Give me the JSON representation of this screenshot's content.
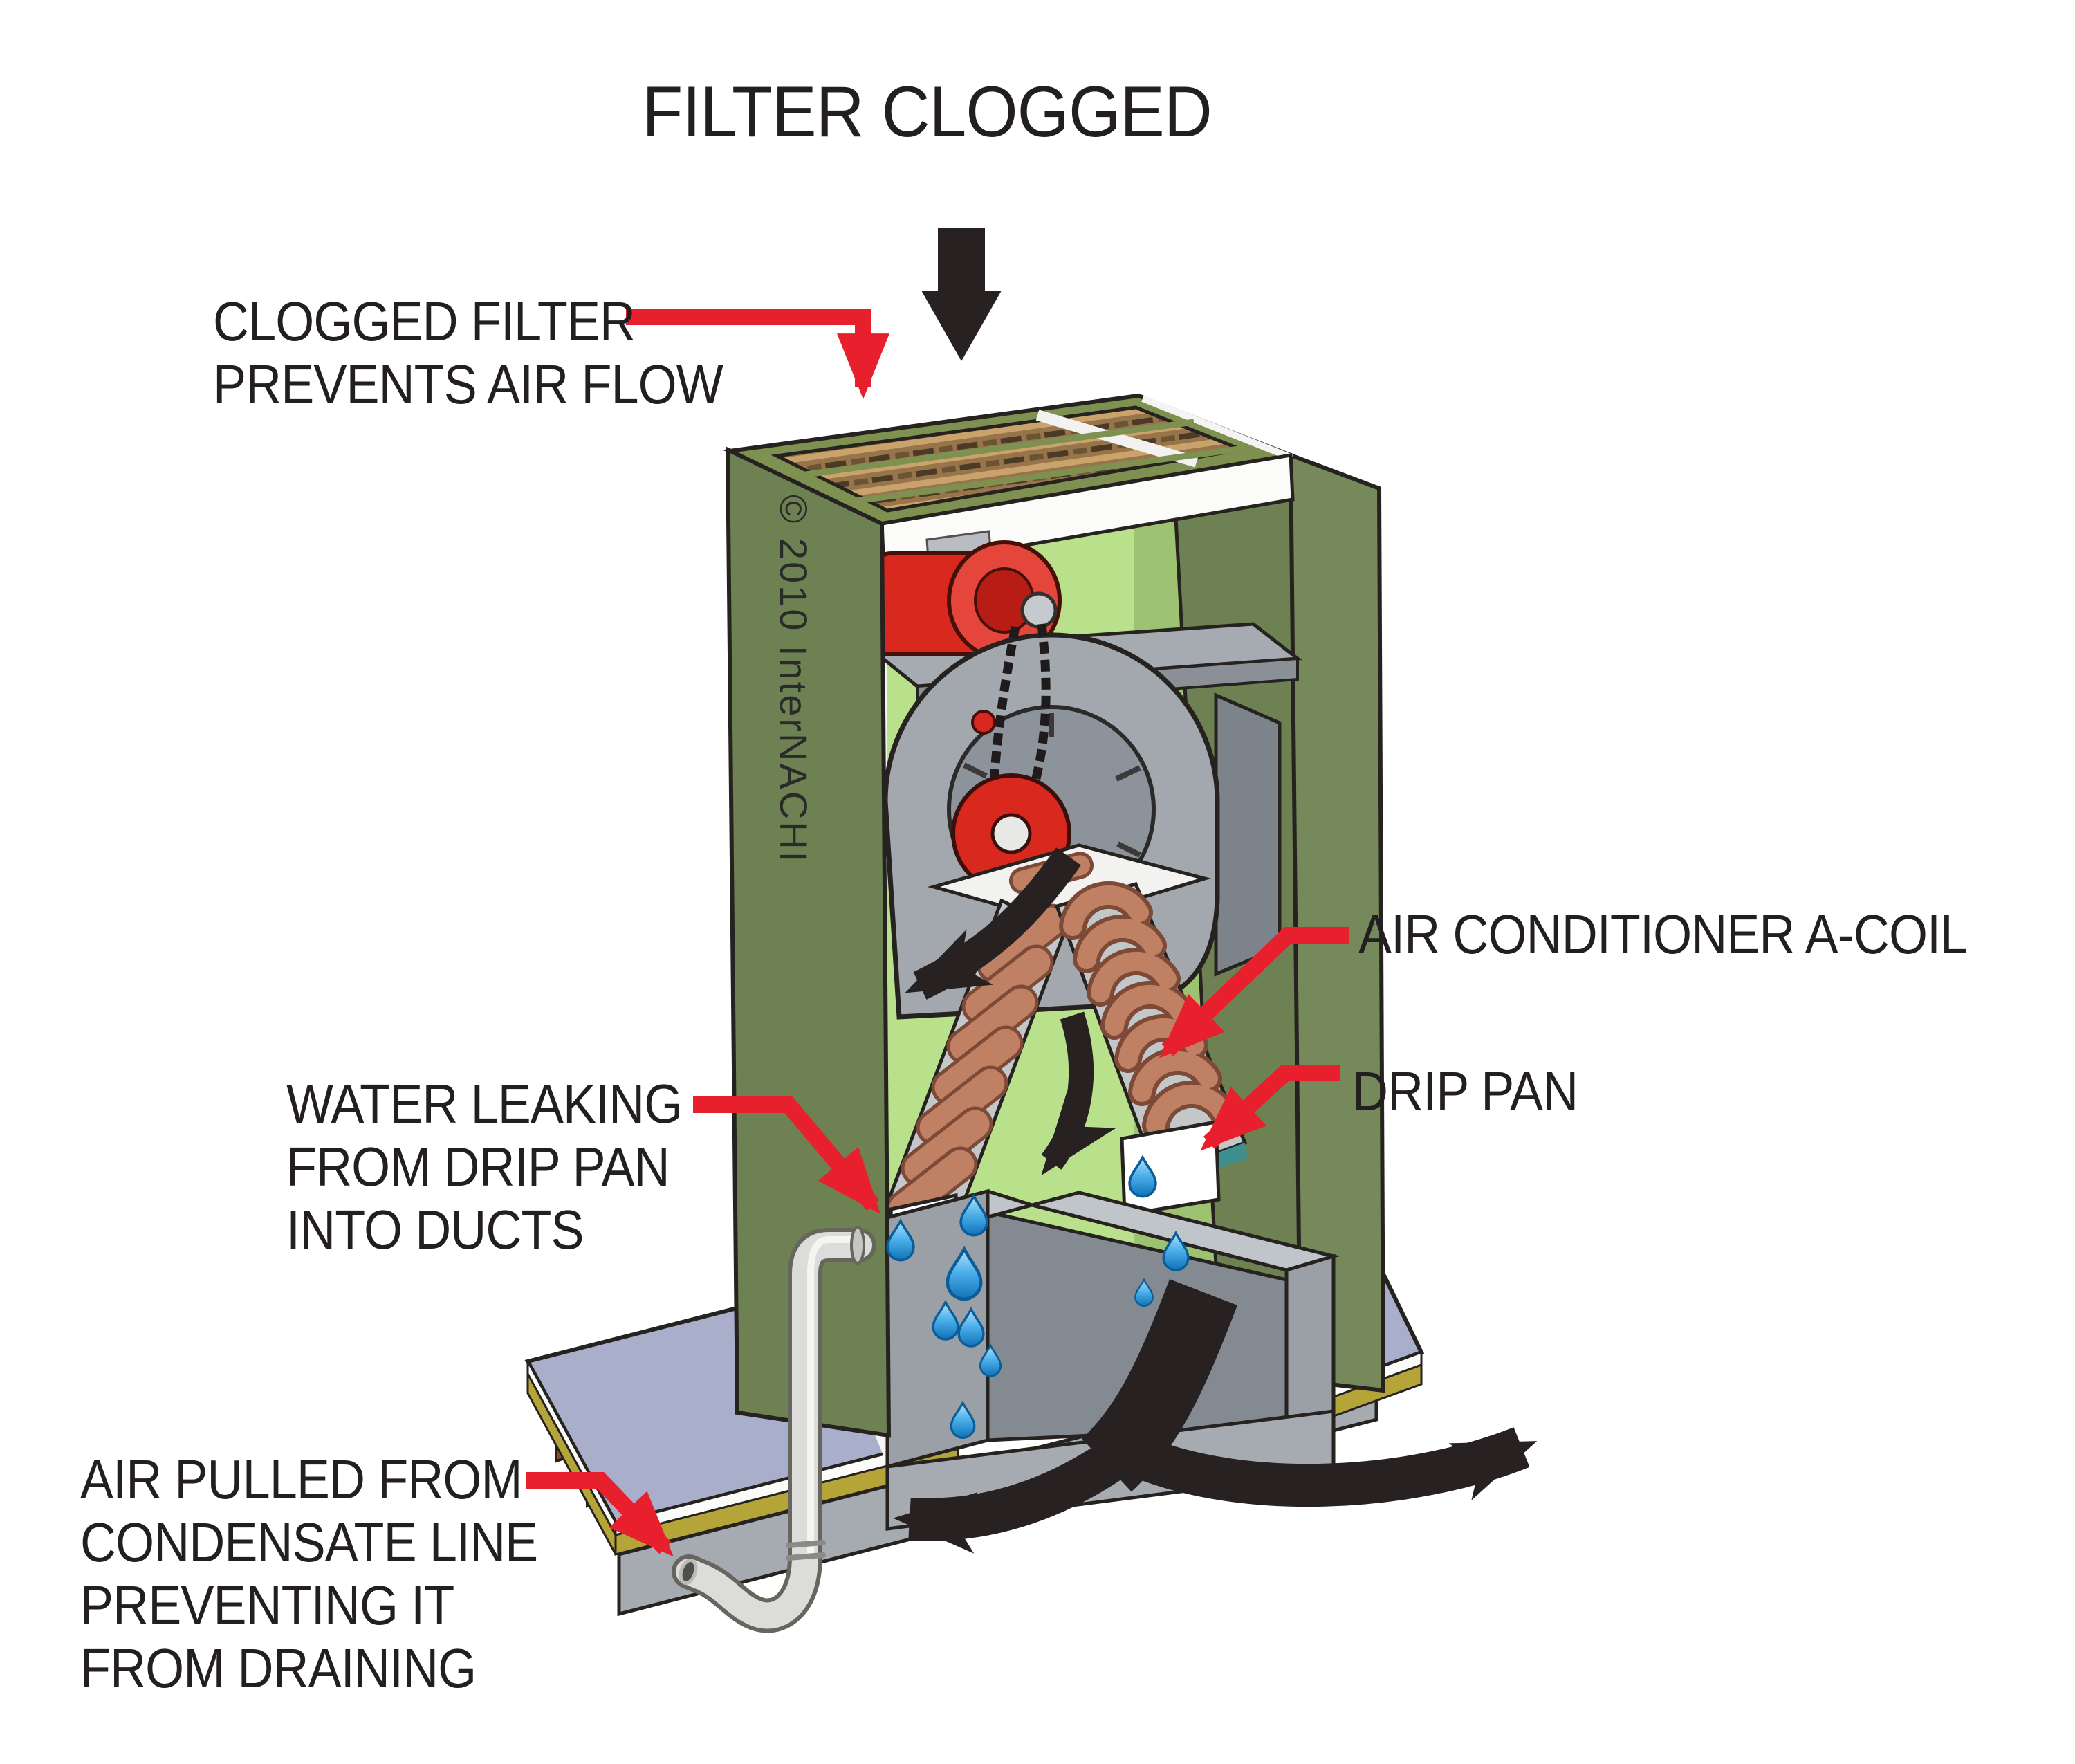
{
  "title": "FILTER CLOGGED",
  "copyright": "© 2010  InterNACHI",
  "labels": {
    "clogged_filter": {
      "lines": [
        "CLOGGED FILTER",
        "PREVENTS AIR FLOW"
      ]
    },
    "air_conditioner_a_coil": {
      "lines": [
        "AIR CONDITIONER A-COIL"
      ]
    },
    "drip_pan": {
      "lines": [
        "DRIP PAN"
      ]
    },
    "water_leaking": {
      "lines": [
        "WATER LEAKING",
        "FROM DRIP PAN",
        "INTO DUCTS"
      ]
    },
    "air_pulled": {
      "lines": [
        "AIR PULLED FROM",
        "CONDENSATE LINE",
        "PREVENTING IT",
        "FROM DRAINING"
      ]
    }
  },
  "colors": {
    "label_ink": "#231f20",
    "leader_red": "#e8202e",
    "arrow_black": "#272122",
    "cabinet_green": "#6d8153",
    "cabinet_side_green": "#75895a",
    "frame_green": "#7e9150",
    "interior_light_green": "#b9e18c",
    "interior_mid_green": "#9cc272",
    "filter_brown": "#97744a",
    "steel_gray": "#9aa0a6",
    "platform_gray_blue": "#a9aecb",
    "plywood_yellow": "#b5a437",
    "joist_orange": "#b5652f",
    "coil_copper": "#c08064",
    "water_blue": "#2aa3e8",
    "motor_red": "#d9291f",
    "pipe_white": "#dcdcda"
  },
  "diagram_parts": [
    "air-filter",
    "blower-motor",
    "belt-drive",
    "blower-fan",
    "a-coil",
    "drip-pan",
    "return-duct",
    "condensate-p-trap",
    "platform",
    "floor-joists",
    "water-drops",
    "airflow-arrows"
  ]
}
